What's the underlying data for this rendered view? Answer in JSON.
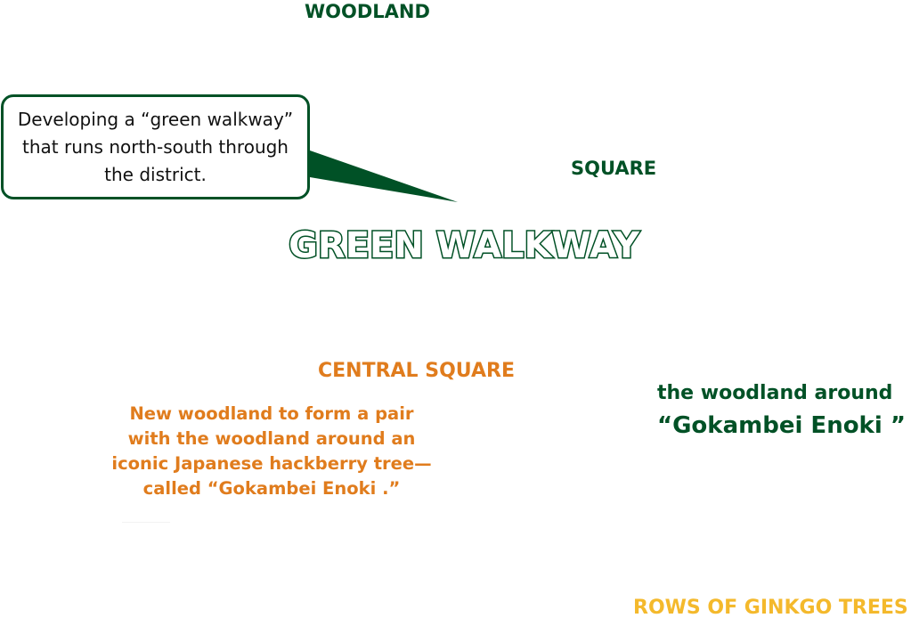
{
  "labels": {
    "woodland": "WOODLAND",
    "square": "SQUARE",
    "central_square": "CENTRAL SQUARE",
    "rows_of_ginkgo": "ROWS OF GINKGO TREES"
  },
  "title": "GREEN WALKWAY",
  "callout": {
    "text": "Developing a “green walkway” that runs north-south through the district."
  },
  "woodland_description": "New woodland to form a pair  with the woodland around an  iconic Japanese hackberry  tree—called “Gokambei Enoki .”",
  "enoki": {
    "line1": "the woodland around",
    "line2": "“Gokambei Enoki ”"
  },
  "colors": {
    "green": "#005126",
    "orange": "#e07c1d",
    "yellow": "#f4b92c"
  }
}
